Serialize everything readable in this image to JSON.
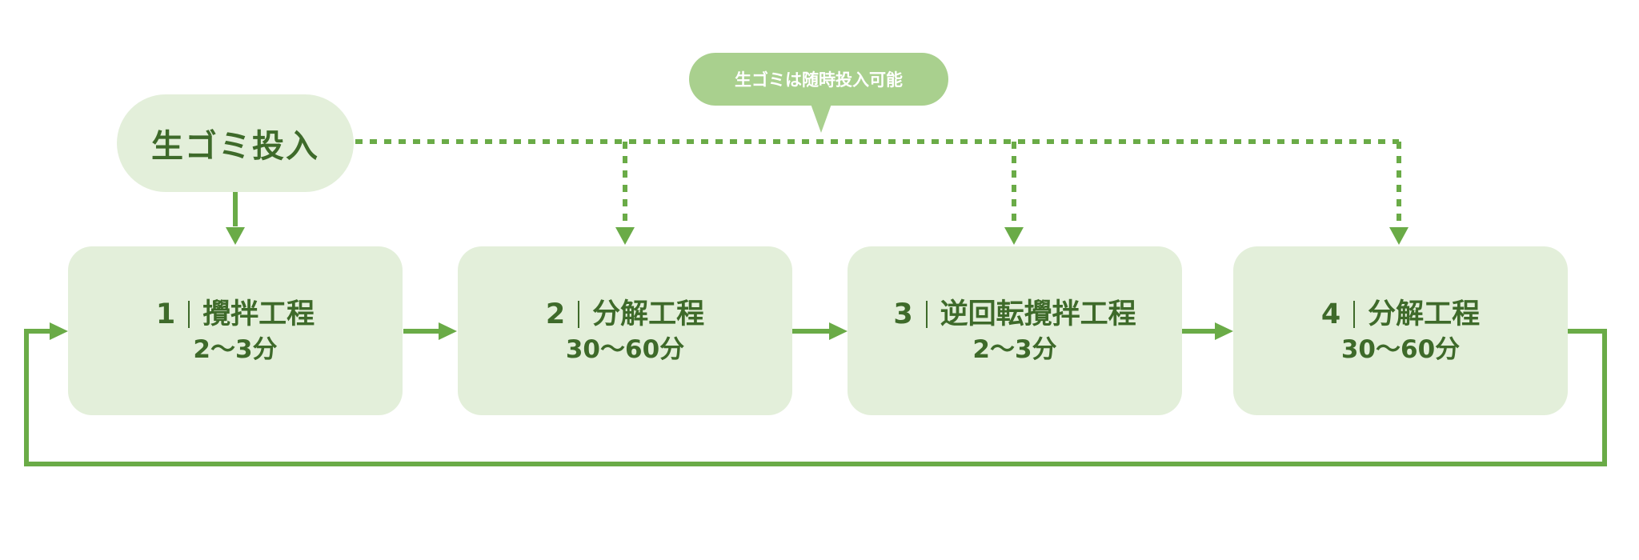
{
  "start_node": {
    "label": "生ゴミ投入"
  },
  "callout": {
    "label": "生ゴミは随時投入可能"
  },
  "steps": [
    {
      "number": "1",
      "name": "攪拌工程",
      "duration": "2〜3分"
    },
    {
      "number": "2",
      "name": "分解工程",
      "duration": "30〜60分"
    },
    {
      "number": "3",
      "name": "逆回転攪拌工程",
      "duration": "2〜3分"
    },
    {
      "number": "4",
      "name": "分解工程",
      "duration": "30〜60分"
    }
  ],
  "colors": {
    "node_fill": "#e3efda",
    "callout_fill": "#a9d08e",
    "connector": "#6aab47",
    "text": "#3e6a2a"
  }
}
